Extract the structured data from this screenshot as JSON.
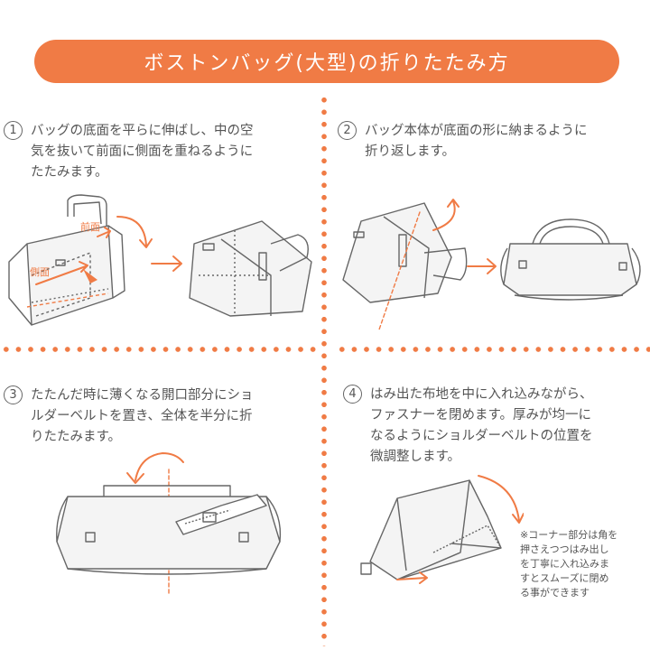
{
  "title": "ボストンバッグ(大型)の折りたたみ方",
  "steps": [
    {
      "number": "1",
      "text": "バッグの底面を平らに伸ばし、中の空\n気を抜いて前面に側面を重ねるように\nたたみます。"
    },
    {
      "number": "2",
      "text": "バッグ本体が底面の形に納まるように\n折り返します。"
    },
    {
      "number": "3",
      "text": "たたんだ時に薄くなる開口部分にショ\nルダーベルトを置き、全体を半分に折\nりたたみます。"
    },
    {
      "number": "4",
      "text": "はみ出た布地を中に入れ込みながら、\nファスナーを閉めます。厚みが均一に\nなるようにショルダーベルトの位置を\n微調整します。"
    }
  ],
  "labels": {
    "front": "前面",
    "side": "側面"
  },
  "note": "※コーナー部分は角を\n押さえつつはみ出し\nを丁寧に入れ込みま\nすとスムーズに閉め\nる事ができます",
  "colors": {
    "accent": "#f07b45",
    "line": "#666666",
    "text": "#555555"
  }
}
